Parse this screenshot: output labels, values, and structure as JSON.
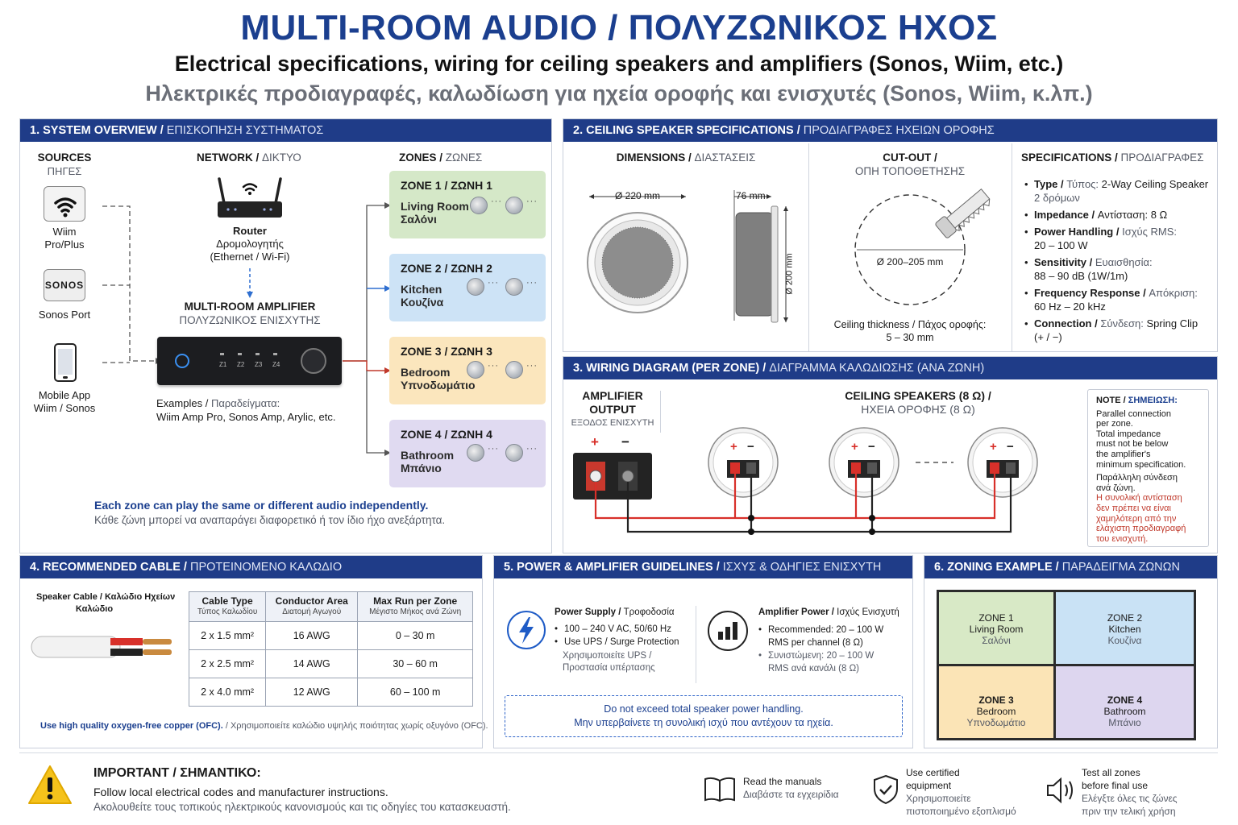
{
  "header": {
    "title": "MULTI-ROOM AUDIO / ΠΟΛΥΖΩΝΙΚΟΣ ΗΧΟΣ",
    "subtitle_en": "Electrical specifications, wiring for ceiling speakers and amplifiers (Sonos, Wiim, etc.)",
    "subtitle_gr": "Ηλεκτρικές προδιαγραφές, καλωδίωση για ηχεία οροφής και ενισχυτές (Sonos, Wiim, κ.λπ.)"
  },
  "s1": {
    "title_en": "1. SYSTEM OVERVIEW /",
    "title_gr": "ΕΠΙΣΚΟΠΗΣΗ ΣΥΣΤΗΜΑΤΟΣ",
    "sources_en": "SOURCES",
    "sources_gr": "ΠΗΓΕΣ",
    "network_en": "NETWORK /",
    "network_gr": "ΔΙΚΤΥΟ",
    "zones_en": "ZONES /",
    "zones_gr": "ΖΩΝΕΣ",
    "wiim": "Wiim\nPro/Plus",
    "wiim_l1": "Wiim",
    "wiim_l2": "Pro/Plus",
    "sonos_logo": "SONOS",
    "sonos": "Sonos Port",
    "mobile_l1": "Mobile App",
    "mobile_l2": "Wiim / Sonos",
    "router_l1": "Router",
    "router_l2": "Δρομολογητής",
    "router_l3": "(Ethernet / Wi-Fi)",
    "amp_en": "MULTI-ROOM AMPLIFIER",
    "amp_gr": "ΠΟΛΥΖΩΝΙΚΟΣ ΕΝΙΣΧΥΤΗΣ",
    "amp_zone_labels": [
      "Z1",
      "Z2",
      "Z3",
      "Z4"
    ],
    "examples_en": "Examples /",
    "examples_gr": "Παραδείγματα:",
    "examples_list": "Wiim Amp Pro, Sonos Amp, Arylic, etc.",
    "zones": [
      {
        "title": "ZONE 1 / ΖΩΝΗ 1",
        "name_en": "Living Room",
        "name_gr": "Σαλόνι",
        "color": "#d5e8c8"
      },
      {
        "title": "ZONE 2 / ΖΩΝΗ 2",
        "name_en": "Kitchen",
        "name_gr": "Κουζίνα",
        "color": "#cde3f6"
      },
      {
        "title": "ZONE 3 / ΖΩΝΗ 3",
        "name_en": "Bedroom",
        "name_gr": "Υπνοδωμάτιο",
        "color": "#fbe6bd"
      },
      {
        "title": "ZONE 4 / ΖΩΝΗ 4",
        "name_en": "Bathroom",
        "name_gr": "Μπάνιο",
        "color": "#e0daf1"
      }
    ],
    "note_en": "Each zone can play the same or different audio independently.",
    "note_gr": "Κάθε ζώνη μπορεί να αναπαράγει διαφορετικό ή τον ίδιο ήχο ανεξάρτητα."
  },
  "s2": {
    "title_en": "2. CEILING SPEAKER SPECIFICATIONS /",
    "title_gr": "ΠΡΟΔΙΑΓΡΑΦΕΣ ΗΧΕΙΩΝ ΟΡΟΦΗΣ",
    "dim_en": "DIMENSIONS /",
    "dim_gr": "ΔΙΑΣΤΑΣΕΙΣ",
    "dia": "Ø 220 mm",
    "depth": "76 mm",
    "height": "Ø 200 mm",
    "cut_en": "CUT-OUT /",
    "cut_gr": "ΟΠΗ ΤΟΠΟΘΕΤΗΣΗΣ",
    "cut_dia": "Ø 200–205 mm",
    "ceiling_en": "Ceiling thickness /",
    "ceiling_gr": "Πάχος οροφής:",
    "ceiling_val": "5 – 30 mm",
    "spec_en": "SPECIFICATIONS /",
    "spec_gr": "ΠΡΟΔΙΑΓΡΑΦΕΣ",
    "specs": [
      {
        "k": "Type /",
        "g": "Τύπος:",
        "v": "2-Way Ceiling Speaker",
        "v2": "2 δρόμων"
      },
      {
        "k": "Impedance /",
        "g": "Αντίσταση:",
        "v": "8 Ω",
        "v2": ""
      },
      {
        "k": "Power Handling /",
        "g": "Ισχύς RMS:",
        "v": "",
        "v2": "20 – 100 W"
      },
      {
        "k": "Sensitivity /",
        "g": "Ευαισθησία:",
        "v": "",
        "v2": "88 – 90 dB (1W/1m)"
      },
      {
        "k": "Frequency Response /",
        "g": "Απόκριση:",
        "v": "",
        "v2": "60 Hz – 20 kHz"
      },
      {
        "k": "Connection /",
        "g": "Σύνδεση:",
        "v": "Spring Clip",
        "v2": "(+ / −)"
      }
    ]
  },
  "s3": {
    "title_en": "3. WIRING DIAGRAM (PER ZONE) /",
    "title_gr": "ΔΙΑΓΡΑΜΜΑ ΚΑΛΩΔΙΩΣΗΣ (ΑΝΑ ΖΩΝΗ)",
    "amp_l1": "AMPLIFIER",
    "amp_l2": "OUTPUT",
    "amp_gr": "ΕΞΟΔΟΣ ΕΝΙΣΧΥΤΗ",
    "plus": "+",
    "minus": "−",
    "spk_en": "CEILING SPEAKERS (8 Ω) /",
    "spk_gr": "ΗΧΕΙΑ ΟΡΟΦΗΣ (8 Ω)",
    "note_title_en": "NOTE /",
    "note_title_gr": "ΣΗΜΕΙΩΣΗ:",
    "note_en": [
      "Parallel connection",
      "per zone.",
      "Total impedance",
      "must not be below",
      "the amplifier's",
      "minimum specification."
    ],
    "note_gr1": [
      "Παράλληλη σύνδεση",
      "ανά ζώνη."
    ],
    "note_gr2": [
      "Η συνολική αντίσταση",
      "δεν πρέπει να είναι",
      "χαμηλότερη από την",
      "ελάχιστη προδιαγραφή",
      "του ενισχυτή."
    ]
  },
  "s4": {
    "title_en": "4. RECOMMENDED CABLE /",
    "title_gr": "ΠΡΟΤΕΙΝΟΜΕΝΟ ΚΑΛΩΔΙΟ",
    "cable_l1": "Speaker Cable / Καλώδιο Ηχείων",
    "cable_l2": "Καλώδιο",
    "headers": [
      {
        "en": "Cable Type",
        "gr": "Τύπος Καλωδίου"
      },
      {
        "en": "Conductor Area",
        "gr": "Διατομή Αγωγού"
      },
      {
        "en": "Max Run per Zone",
        "gr": "Μέγιστο Μήκος ανά Ζώνη"
      }
    ],
    "rows": [
      [
        "2 x 1.5 mm²",
        "16 AWG",
        "0 – 30 m"
      ],
      [
        "2 x 2.5 mm²",
        "14 AWG",
        "30 – 60 m"
      ],
      [
        "2 x 4.0 mm²",
        "12 AWG",
        "60 – 100 m"
      ]
    ],
    "foot_en": "Use high quality oxygen-free copper (OFC).",
    "foot_gr": "/ Χρησιμοποιείτε καλώδιο υψηλής ποιότητας χωρίς οξυγόνο (OFC)."
  },
  "s5": {
    "title_en": "5. POWER & AMPLIFIER GUIDELINES /",
    "title_gr": "ΙΣΧΥΣ & ΟΔΗΓΙΕΣ ΕΝΙΣΧΥΤΗ",
    "ps_en": "Power Supply /",
    "ps_gr": "Τροφοδοσία",
    "ps_1": "100 – 240 V AC, 50/60 Hz",
    "ps_2": "Use UPS / Surge Protection",
    "ps_3": "Χρησιμοποιείτε UPS /",
    "ps_4": "Προστασία υπέρτασης",
    "ap_en": "Amplifier Power /",
    "ap_gr": "Ισχύς Ενισχυτή",
    "ap_1": "Recommended: 20 – 100 W",
    "ap_2": "RMS per channel (8 Ω)",
    "ap_3": "Συνιστώμενη: 20 – 100 W",
    "ap_4": "RMS ανά κανάλι (8 Ω)",
    "warn_en": "Do not exceed total speaker power handling.",
    "warn_gr": "Μην υπερβαίνετε τη συνολική ισχύ που αντέχουν τα ηχεία."
  },
  "s6": {
    "title_en": "6. ZONING EXAMPLE /",
    "title_gr": "ΠΑΡΑΔΕΙΓΜΑ ΖΩΝΩΝ",
    "cells": [
      {
        "z": "ZONE 1",
        "en": "Living Room",
        "gr": "Σαλόνι",
        "color": "#d8e9c6"
      },
      {
        "z": "ZONE 2",
        "en": "Kitchen",
        "gr": "Κουζίνα",
        "color": "#c9e2f5"
      },
      {
        "z": "ZONE 3",
        "en": "Bedroom",
        "gr": "Υπνοδωμάτιο",
        "color": "#fbe4b6"
      },
      {
        "z": "ZONE 4",
        "en": "Bathroom",
        "gr": "Μπάνιο",
        "color": "#ddd6ef"
      }
    ]
  },
  "footer": {
    "imp_title": "IMPORTANT / ΣΗΜΑΝΤΙΚΟ:",
    "imp_en": "Follow local electrical codes and manufacturer instructions.",
    "imp_gr": "Ακολουθείτε τους τοπικούς ηλεκτρικούς κανονισμούς και τις οδηγίες του κατασκευαστή.",
    "tips": [
      {
        "l1": "Read the manuals",
        "l2": "Διαβάστε τα εγχειρίδια",
        "l3": "",
        "l4": ""
      },
      {
        "l1": "Use certified",
        "l2": "equipment",
        "l3": "Χρησιμοποιείτε",
        "l4": "πιστοποιημένο εξοπλισμό"
      },
      {
        "l1": "Test all zones",
        "l2": "before final use",
        "l3": "Ελέγξτε όλες τις ζώνες",
        "l4": "πριν την τελική χρήση"
      }
    ]
  },
  "colors": {
    "navy": "#1f3c88",
    "title_blue": "#1b3f8f",
    "red": "#d8302a"
  }
}
